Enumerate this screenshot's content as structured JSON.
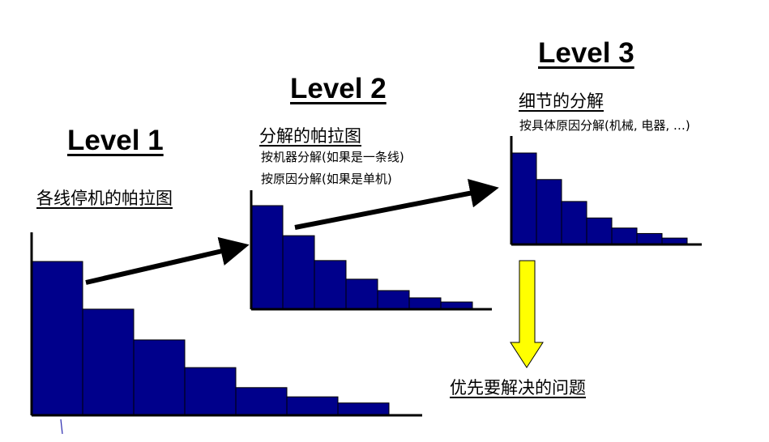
{
  "level1": {
    "title": "Level 1",
    "subtitle": "各线停机的帕拉图",
    "bar_values": [
      100,
      69,
      49,
      31,
      18,
      12,
      8
    ]
  },
  "level2": {
    "title": "Level 2",
    "subtitle": "分解的帕拉图",
    "note1": "按机器分解(如果是一条线)",
    "note2": "按原因分解(如果是单机)",
    "bar_values": [
      100,
      71,
      47,
      29,
      18,
      11,
      7
    ]
  },
  "level3": {
    "title": "Level 3",
    "subtitle": "细节的分解",
    "note1": "按具体原因分解(机械, 电器, …)",
    "bar_values": [
      100,
      71,
      47,
      29,
      18,
      12,
      7
    ]
  },
  "conclusion": "优先要解决的问题",
  "colors": {
    "bar_fill": "#00008b",
    "bar_stroke": "#000000",
    "arrow_black": "#000000",
    "arrow_yellow": "#ffff00"
  }
}
